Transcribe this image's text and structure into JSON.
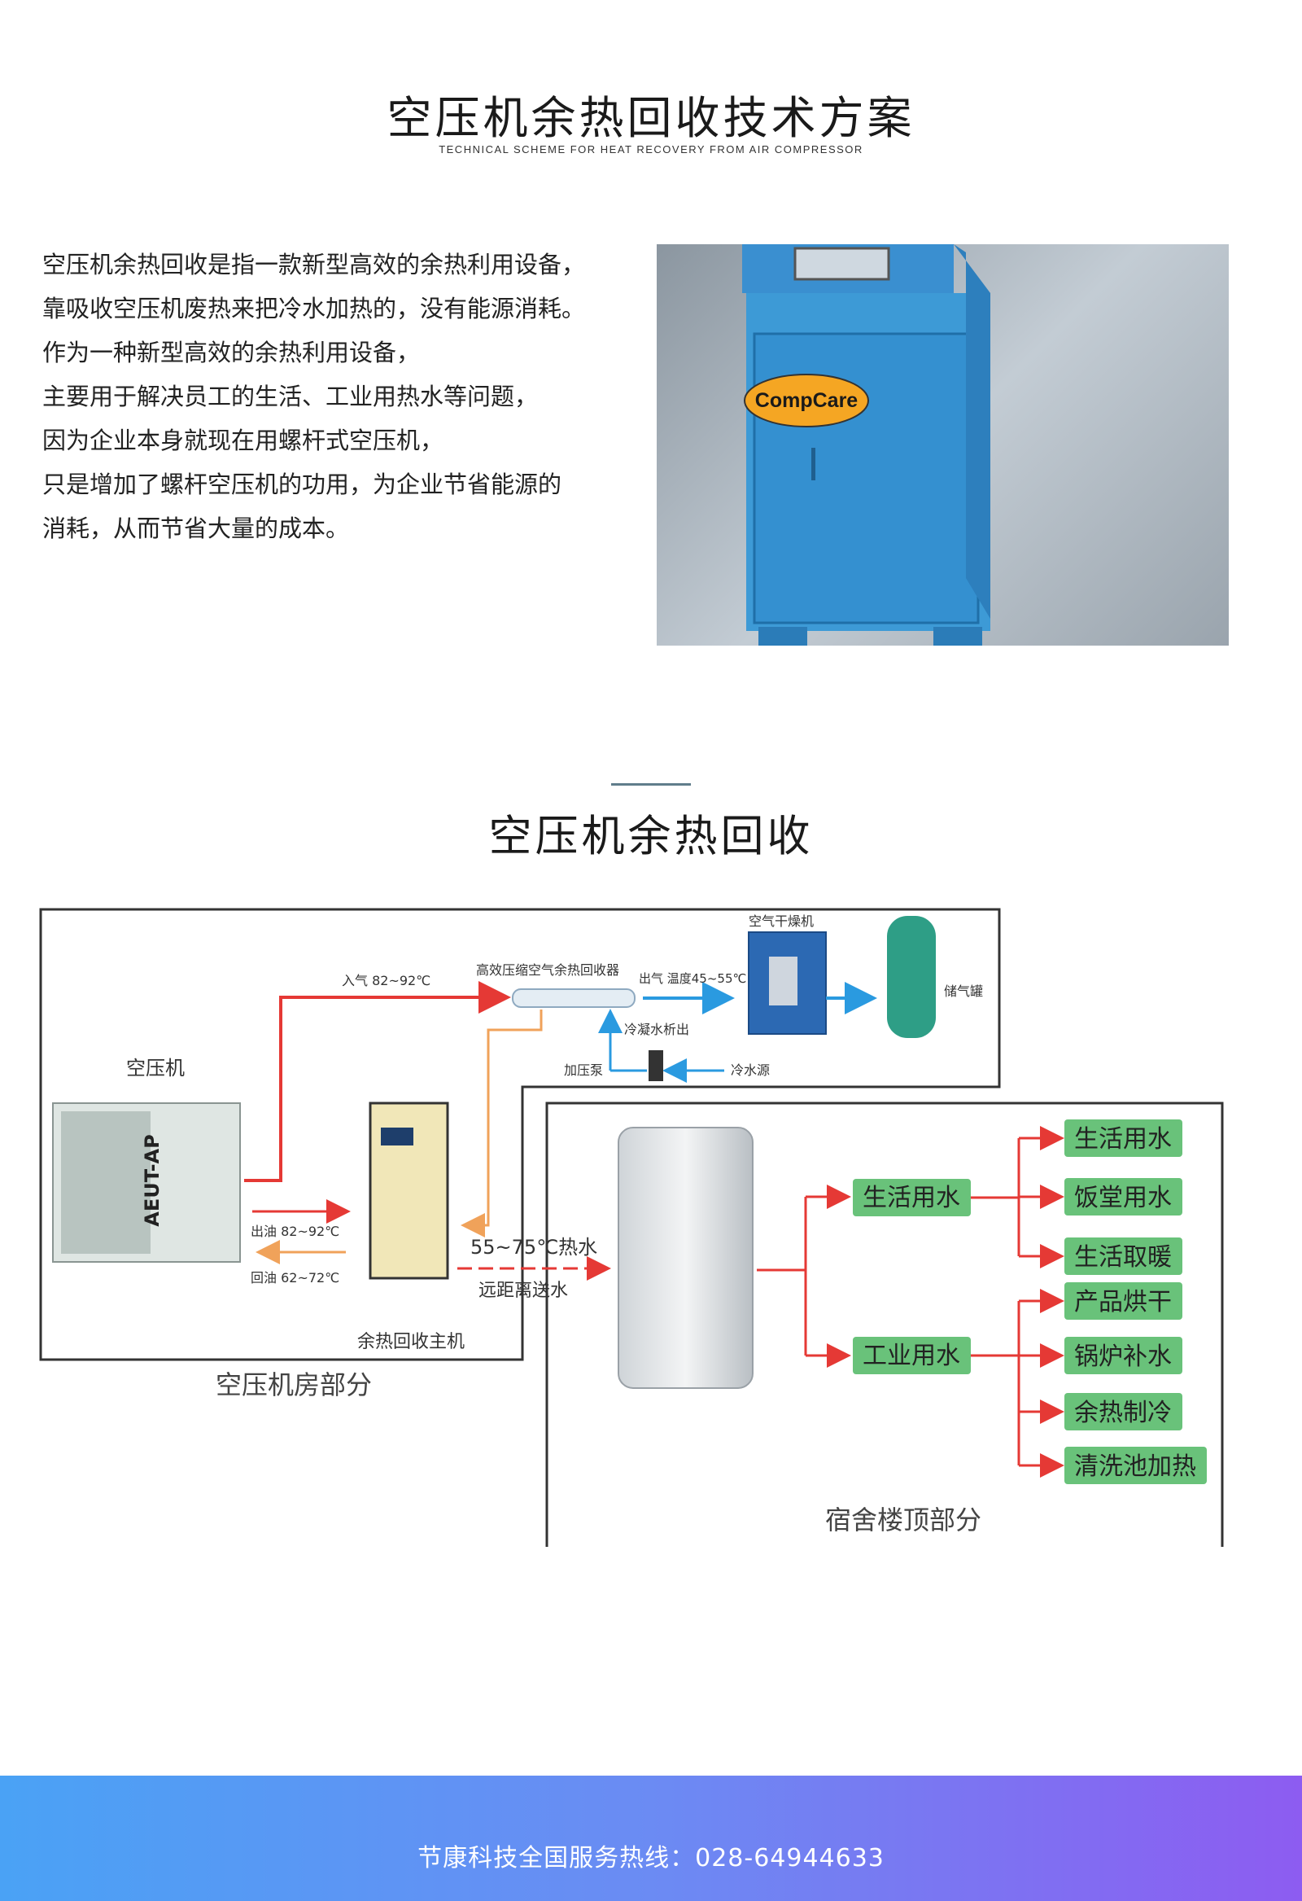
{
  "header": {
    "title": "空压机余热回收技术方案",
    "subtitle": "TECHNICAL SCHEME FOR HEAT RECOVERY FROM AIR COMPRESSOR"
  },
  "intro": {
    "lines": [
      "空压机余热回收是指一款新型高效的余热利用设备，",
      "靠吸收空压机废热来把冷水加热的，没有能源消耗。",
      "作为一种新型高效的余热利用设备，",
      "主要用于解决员工的生活、工业用热水等问题，",
      "因为企业本身就现在用螺杆式空压机，",
      "只是增加了螺杆空压机的功用，为企业节省能源的",
      "消耗，从而节省大量的成本。"
    ]
  },
  "product_image": {
    "logo_text": "CompCare"
  },
  "section2": {
    "title": "空压机余热回收"
  },
  "diagram": {
    "compressor_label": "空压机",
    "compressor_brand": "AEUT-AP",
    "air_in": "入气 82~92℃",
    "recuperator": "高效压缩空气余热回收器",
    "air_out": "出气 温度45~55℃",
    "dryer": "空气干燥机",
    "tank": "储气罐",
    "condensate": "冷凝水析出",
    "pump": "加压泵",
    "cold_source": "冷水源",
    "oil_out": "出油 82~92℃",
    "oil_return": "回油 62~72℃",
    "host": "余热回收主机",
    "hot_water": "55~75℃热水",
    "long_distance": "远距离送水",
    "room_part": "空压机房部分",
    "roof_part": "宿舍楼顶部分",
    "domestic": "生活用水",
    "industrial": "工业用水",
    "domestic_uses": [
      "生活用水",
      "饭堂用水",
      "生活取暖"
    ],
    "industrial_uses": [
      "产品烘干",
      "锅炉补水",
      "余热制冷",
      "清洗池加热"
    ]
  },
  "footer": {
    "hotline": "节康科技全国服务热线：028-64944633"
  },
  "colors": {
    "red": "#e53935",
    "orange": "#f0a25a",
    "blue": "#2a9ae0",
    "green_box": "#69c27a",
    "footer_start": "#4aa2f5",
    "footer_end": "#8d5cf1"
  }
}
